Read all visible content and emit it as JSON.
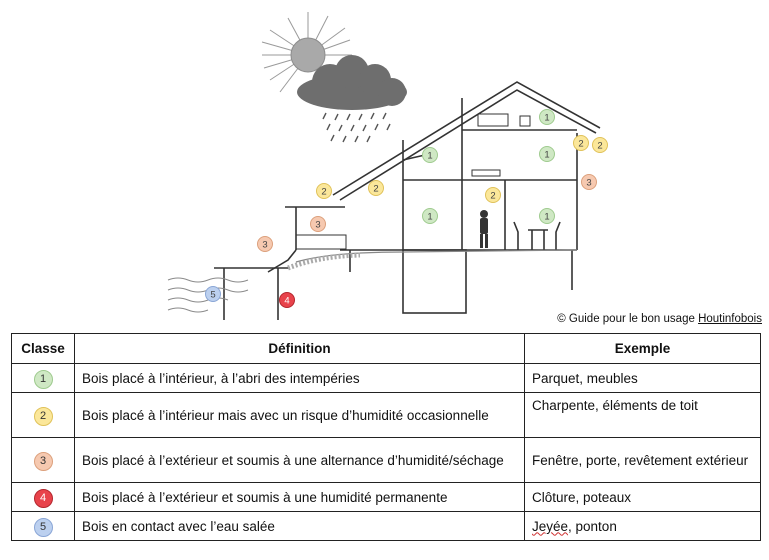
{
  "illustration": {
    "markers": [
      {
        "num": "1",
        "cls": 1
      },
      {
        "num": "1",
        "cls": 1
      },
      {
        "num": "1",
        "cls": 1
      },
      {
        "num": "1",
        "cls": 1
      },
      {
        "num": "1",
        "cls": 1
      },
      {
        "num": "2",
        "cls": 2
      },
      {
        "num": "2",
        "cls": 2
      },
      {
        "num": "2",
        "cls": 2
      },
      {
        "num": "2",
        "cls": 2
      },
      {
        "num": "2",
        "cls": 2
      },
      {
        "num": "3",
        "cls": 3
      },
      {
        "num": "3",
        "cls": 3
      },
      {
        "num": "3",
        "cls": 3
      },
      {
        "num": "4",
        "cls": 4
      },
      {
        "num": "5",
        "cls": 5
      }
    ],
    "copyright_prefix": "© Guide pour le bon usage ",
    "copyright_brand": "Houtinfobois"
  },
  "class_colors": {
    "1": "#cfe8c4",
    "2": "#fbe79a",
    "3": "#f6c9b0",
    "4": "#e8434b",
    "5": "#bcd0ef"
  },
  "table": {
    "headers": {
      "classe": "Classe",
      "definition": "Définition",
      "exemple": "Exemple"
    },
    "rows": [
      {
        "classe": "1",
        "definition": "Bois placé à l’intérieur, à l’abri des intempéries",
        "exemple": "Parquet, meubles"
      },
      {
        "classe": "2",
        "definition": "Bois placé à l’intérieur mais avec un risque d’humidité occasionnelle",
        "exemple": "Charpente, éléments de toit"
      },
      {
        "classe": "3",
        "definition": "Bois placé à l’extérieur et soumis à une alternance d’humidité/séchage",
        "exemple": "Fenêtre, porte, revêtement extérieur"
      },
      {
        "classe": "4",
        "definition": "Bois placé à l’extérieur et soumis à une humidité permanente",
        "exemple": "Clôture, poteaux"
      },
      {
        "classe": "5",
        "definition": "Bois en contact avec l’eau salée",
        "exemple_a": "Jeyée",
        "exemple_b": ", ponton"
      }
    ]
  }
}
